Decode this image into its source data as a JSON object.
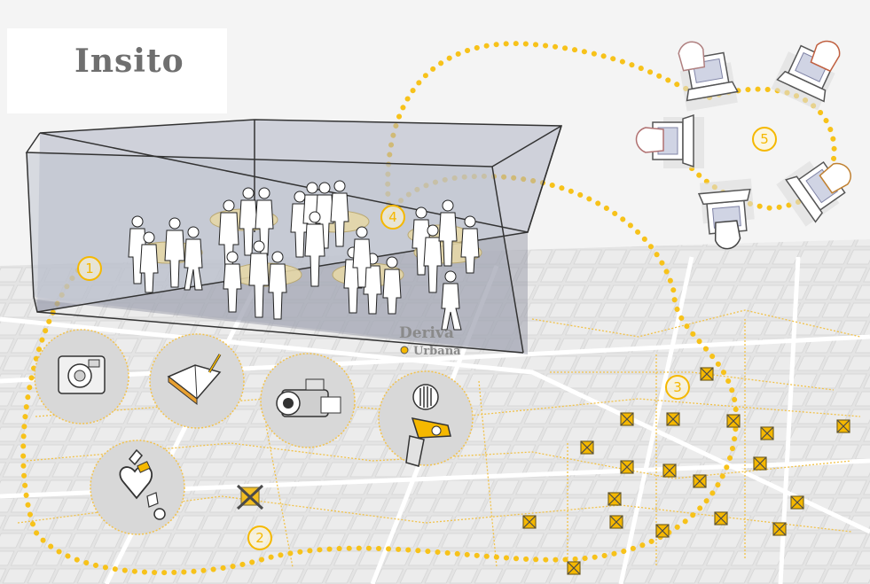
{
  "logo": {
    "title": "Insito"
  },
  "room_brand": {
    "line1": "Deriva",
    "line2": "Urbana"
  },
  "steps": [
    "1",
    "2",
    "3",
    "4",
    "5"
  ],
  "colors": {
    "accent": "#f5b800",
    "dots": "#f7c21a",
    "room": "#b8bcc8",
    "map_lines": "#ffffff",
    "map_bg": "#e9e9e9"
  },
  "tools": [
    "camera-icon",
    "notebook-icon",
    "video-camera-icon",
    "recorder-icon",
    "heart-tag-icon"
  ]
}
